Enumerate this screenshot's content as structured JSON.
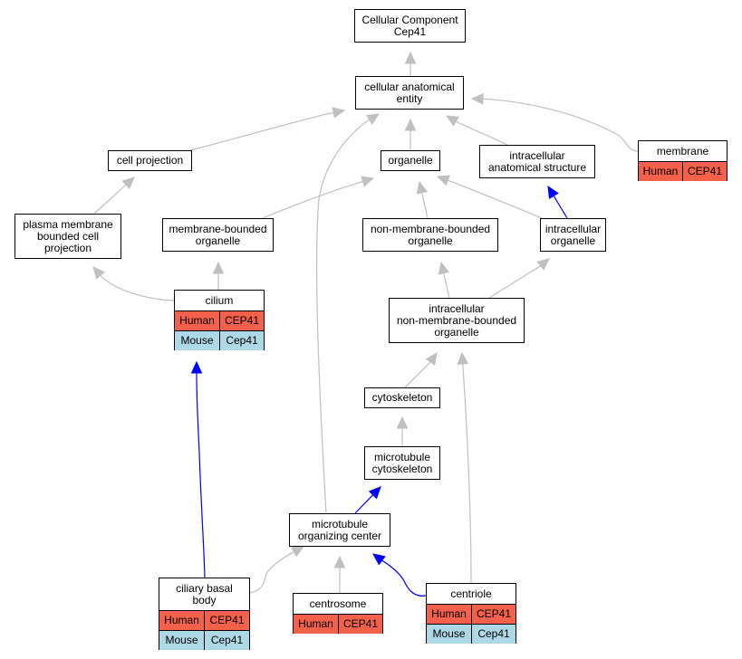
{
  "nodes": {
    "root": {
      "label": "Cellular Component\nCep41"
    },
    "cae": {
      "label": "cellular anatomical\nentity"
    },
    "cellproj": {
      "label": "cell projection"
    },
    "organelle": {
      "label": "organelle"
    },
    "ias": {
      "label": "intracellular\nanatomical structure"
    },
    "membrane": {
      "label": "membrane",
      "human": [
        "Human",
        "CEP41"
      ]
    },
    "pmbcp": {
      "label": "plasma membrane\nbounded cell\nprojection"
    },
    "mbo": {
      "label": "membrane-bounded\norganelle"
    },
    "nmbo": {
      "label": "non-membrane-bounded\norganelle"
    },
    "io": {
      "label": "intracellular\norganelle"
    },
    "cilium": {
      "label": "cilium",
      "human": [
        "Human",
        "CEP41"
      ],
      "mouse": [
        "Mouse",
        "Cep41"
      ]
    },
    "inmbo": {
      "label": "intracellular\nnon-membrane-bounded\norganelle"
    },
    "cytoskeleton": {
      "label": "cytoskeleton"
    },
    "mtcyto": {
      "label": "microtubule\ncytoskeleton"
    },
    "mtoc": {
      "label": "microtubule\norganizing center"
    },
    "cbb": {
      "label": "ciliary basal\nbody",
      "human": [
        "Human",
        "CEP41"
      ],
      "mouse": [
        "Mouse",
        "Cep41"
      ]
    },
    "centrosome": {
      "label": "centrosome",
      "human": [
        "Human",
        "CEP41"
      ]
    },
    "centriole": {
      "label": "centriole",
      "human": [
        "Human",
        "CEP41"
      ],
      "mouse": [
        "Mouse",
        "Cep41"
      ]
    }
  },
  "edges": [
    {
      "from": "cae",
      "to": "root",
      "type": "is_a"
    },
    {
      "from": "cellproj",
      "to": "cae",
      "type": "is_a"
    },
    {
      "from": "organelle",
      "to": "cae",
      "type": "is_a"
    },
    {
      "from": "ias",
      "to": "cae",
      "type": "is_a"
    },
    {
      "from": "membrane",
      "to": "cae",
      "type": "is_a"
    },
    {
      "from": "mtoc",
      "to": "cae",
      "type": "is_a"
    },
    {
      "from": "pmbcp",
      "to": "cellproj",
      "type": "is_a"
    },
    {
      "from": "mbo",
      "to": "organelle",
      "type": "is_a"
    },
    {
      "from": "nmbo",
      "to": "organelle",
      "type": "is_a"
    },
    {
      "from": "io",
      "to": "organelle",
      "type": "is_a"
    },
    {
      "from": "io",
      "to": "ias",
      "type": "part_of"
    },
    {
      "from": "cilium",
      "to": "pmbcp",
      "type": "is_a"
    },
    {
      "from": "cilium",
      "to": "mbo",
      "type": "is_a"
    },
    {
      "from": "inmbo",
      "to": "nmbo",
      "type": "is_a"
    },
    {
      "from": "inmbo",
      "to": "io",
      "type": "is_a"
    },
    {
      "from": "cytoskeleton",
      "to": "inmbo",
      "type": "is_a"
    },
    {
      "from": "mtcyto",
      "to": "cytoskeleton",
      "type": "is_a"
    },
    {
      "from": "mtoc",
      "to": "mtcyto",
      "type": "part_of"
    },
    {
      "from": "cbb",
      "to": "cilium",
      "type": "part_of"
    },
    {
      "from": "cbb",
      "to": "mtoc",
      "type": "is_a"
    },
    {
      "from": "centrosome",
      "to": "mtoc",
      "type": "is_a"
    },
    {
      "from": "centriole",
      "to": "mtoc",
      "type": "part_of"
    },
    {
      "from": "centriole",
      "to": "inmbo",
      "type": "is_a"
    }
  ],
  "colors": {
    "is_a": "#c0c0c0",
    "part_of": "#0000ff",
    "human": "#f4614a",
    "mouse": "#add8e6"
  }
}
